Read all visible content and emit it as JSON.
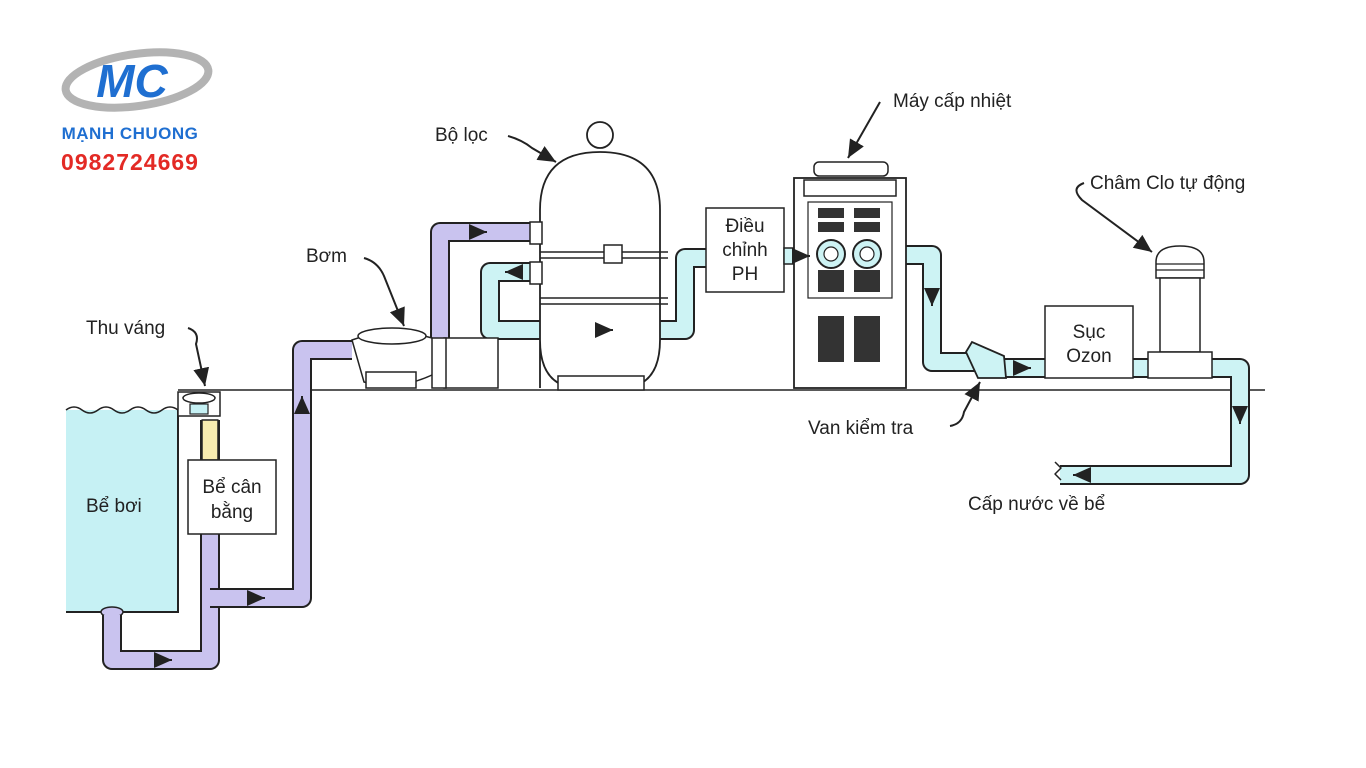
{
  "brand": {
    "logo_text": "MC",
    "name": "MẠNH CHUONG",
    "phone": "0982724669"
  },
  "labels": {
    "pool": "Bể bơi",
    "skimmer": "Thu váng",
    "balance_tank_line1": "Bể cân",
    "balance_tank_line2": "bằng",
    "pump": "Bơm",
    "filter": "Bộ lọc",
    "ph_line1": "Điều",
    "ph_line2": "chỉnh",
    "ph_line3": "PH",
    "heater": "Máy cấp nhiệt",
    "chlorinator": "Châm Clo tự động",
    "ozone_line1": "Sục",
    "ozone_line2": "Ozon",
    "check_valve": "Van kiểm tra",
    "return": "Cấp nước về bể"
  },
  "colors": {
    "suction_pipe": "#c9c3ef",
    "return_pipe": "#cdf3f4",
    "pool_water": "#c6f1f4",
    "balance_pipe": "#f7ecb0",
    "logo_blue": "#1f6fd1",
    "phone_red": "#e32a25",
    "line": "#222222"
  }
}
